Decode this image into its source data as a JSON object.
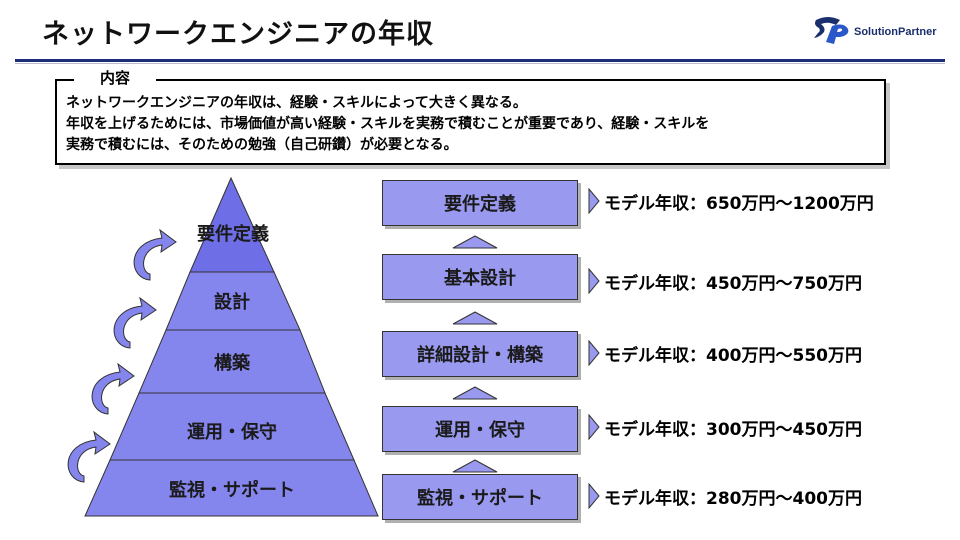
{
  "page": {
    "title": "ネットワークエンジニアの年収",
    "logo_text": "SolutionPartner"
  },
  "content": {
    "label": "内容",
    "lines": [
      "ネットワークエンジニアの年収は、経験・スキルによって大きく異なる。",
      "年収を上げるためには、市場価値が高い経験・スキルを実務で積むことが重要であり、経験・スキルを",
      "実務で積むには、そのための勉強（自己研鑽）が必要となる。"
    ]
  },
  "pyramid": {
    "levels": [
      "要件定義",
      "設計",
      "構築",
      "運用・保守",
      "監視・サポート"
    ]
  },
  "steps": [
    {
      "label": "要件定義",
      "salary": "モデル年収：650万円～1200万円"
    },
    {
      "label": "基本設計",
      "salary": "モデル年収：450万円～750万円"
    },
    {
      "label": "詳細設計・構築",
      "salary": "モデル年収：400万円～550万円"
    },
    {
      "label": "運用・保守",
      "salary": "モデル年収：300万円～450万円"
    },
    {
      "label": "監視・サポート",
      "salary": "モデル年収：280万円～400万円"
    }
  ],
  "colors": {
    "pyramid_fill": "#8585ee",
    "pyramid_tip": "#6e6ee6",
    "box_fill": "#9999f0",
    "accent_navy": "#1d2f78"
  }
}
